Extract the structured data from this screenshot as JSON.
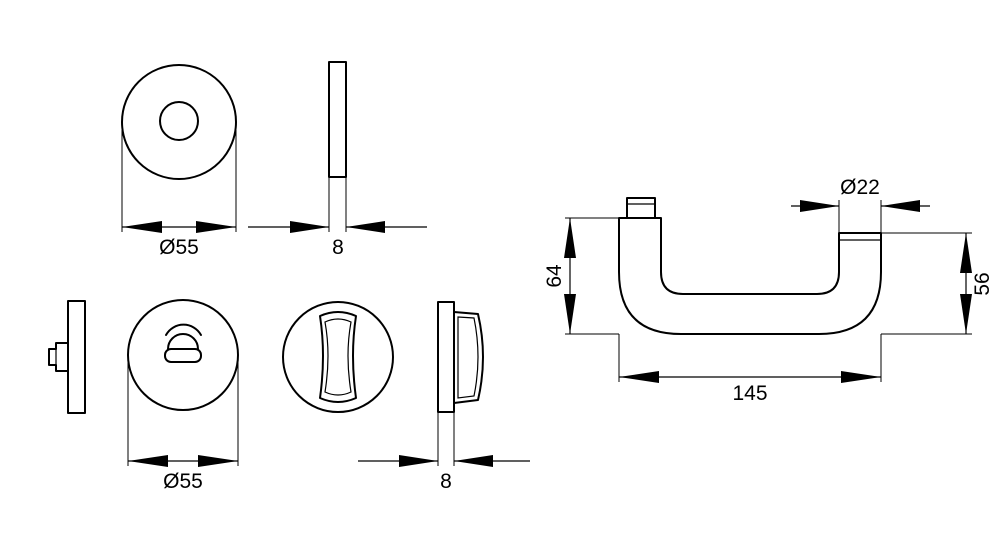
{
  "diagram": {
    "dimensions": {
      "rose_diameter": "Ø55",
      "rose_thickness": "8",
      "escutcheon_diameter": "Ø55",
      "escutcheon_thickness": "8",
      "handle_length": "145",
      "handle_grip_diameter": "Ø22",
      "handle_projection": "64",
      "handle_height": "56"
    }
  }
}
